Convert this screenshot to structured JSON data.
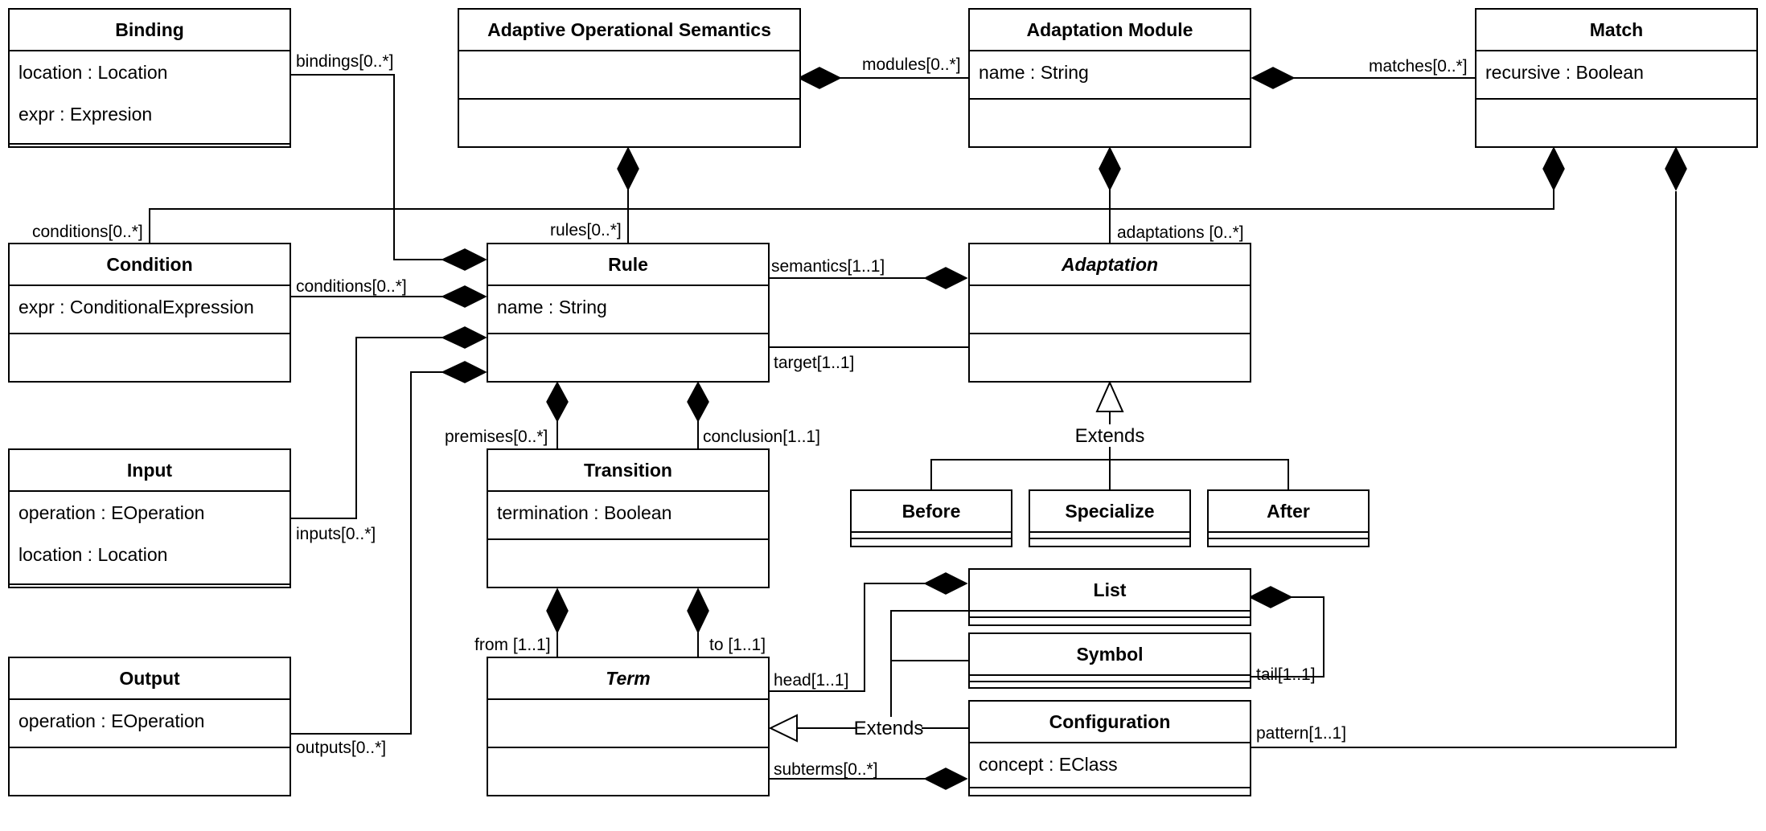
{
  "classes": {
    "binding": {
      "name": "Binding",
      "attributes": [
        "location : Location",
        "expr : Expresion"
      ]
    },
    "aos": {
      "name": "Adaptive Operational Semantics",
      "attributes": []
    },
    "adaptation_module": {
      "name": "Adaptation Module",
      "attributes": [
        "name : String"
      ]
    },
    "match": {
      "name": "Match",
      "attributes": [
        "recursive : Boolean"
      ]
    },
    "condition": {
      "name": "Condition",
      "attributes": [
        "expr : ConditionalExpression"
      ]
    },
    "rule": {
      "name": "Rule",
      "attributes": [
        "name : String"
      ]
    },
    "adaptation": {
      "name": "Adaptation",
      "abstract": true,
      "attributes": []
    },
    "input": {
      "name": "Input",
      "attributes": [
        "operation : EOperation",
        "location : Location"
      ]
    },
    "transition": {
      "name": "Transition",
      "attributes": [
        "termination : Boolean"
      ]
    },
    "before": {
      "name": "Before",
      "attributes": []
    },
    "specialize": {
      "name": "Specialize",
      "attributes": []
    },
    "after": {
      "name": "After",
      "attributes": []
    },
    "list": {
      "name": "List",
      "attributes": []
    },
    "symbol": {
      "name": "Symbol",
      "attributes": []
    },
    "output": {
      "name": "Output",
      "attributes": [
        "operation : EOperation"
      ]
    },
    "term": {
      "name": "Term",
      "abstract": true,
      "attributes": []
    },
    "configuration": {
      "name": "Configuration",
      "attributes": [
        "concept : EClass"
      ]
    }
  },
  "relations": {
    "bindings": "bindings[0..*]",
    "modules": "modules[0..*]",
    "matches": "matches[0..*]",
    "conditions_match": "conditions[0..*]",
    "rules": "rules[0..*]",
    "adaptations": "adaptations [0..*]",
    "semantics": "semantics[1..1]",
    "conditions_rule": "conditions[0..*]",
    "target": "target[1..1]",
    "inputs": "inputs[0..*]",
    "premises": "premises[0..*]",
    "conclusion": "conclusion[1..1]",
    "from": "from [1..1]",
    "to": "to [1..1]",
    "head": "head[1..1]",
    "tail": "tail[1..1]",
    "outputs": "outputs[0..*]",
    "pattern": "pattern[1..1]",
    "subterms": "subterms[0..*]"
  },
  "generalizations": {
    "adaptation_extends": "Extends",
    "term_extends": "Extends"
  }
}
